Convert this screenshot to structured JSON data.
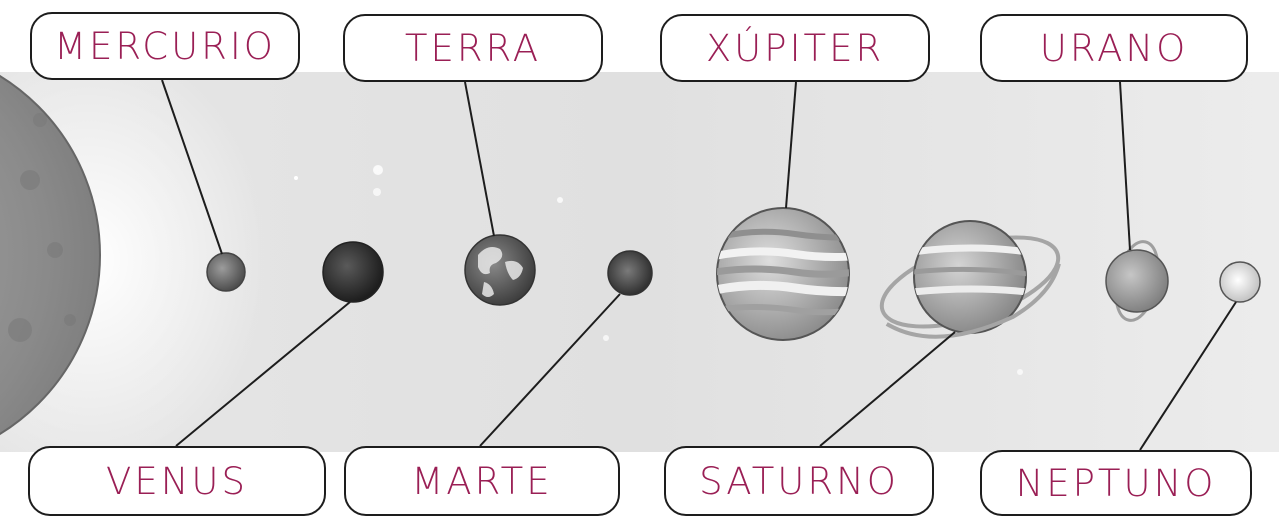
{
  "labels": {
    "mercurio": "MERCURIO",
    "terra": "TERRA",
    "xupiter": "XÚPITER",
    "urano": "URANO",
    "venus": "VENUS",
    "marte": "MARTE",
    "saturno": "SATURNO",
    "neptuno": "NEPTUNO"
  },
  "colors": {
    "label_text": "#9a1f55",
    "box_border": "#1d1d1d",
    "leader_line": "#1d1d1d"
  }
}
